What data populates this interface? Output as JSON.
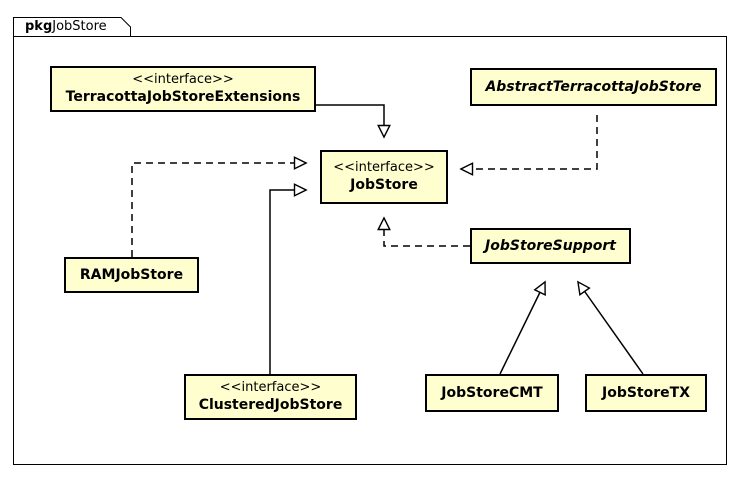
{
  "diagram": {
    "type": "uml-class-diagram",
    "package": {
      "keyword": "pkg",
      "name": "JobStore"
    },
    "colors": {
      "node_fill": "#FEFECE",
      "node_border": "#000000",
      "line": "#000000",
      "background": "#FFFFFF"
    },
    "nodes": [
      {
        "id": "terracotta-job-store-extensions",
        "stereotype": "<<interface>>",
        "name": "TerracottaJobStoreExtensions",
        "kind": "interface",
        "abstract": false
      },
      {
        "id": "abstract-terracotta-job-store",
        "stereotype": "",
        "name": "AbstractTerracottaJobStore",
        "kind": "abstract-class",
        "abstract": true
      },
      {
        "id": "job-store",
        "stereotype": "<<interface>>",
        "name": "JobStore",
        "kind": "interface",
        "abstract": false
      },
      {
        "id": "ram-job-store",
        "stereotype": "",
        "name": "RAMJobStore",
        "kind": "class",
        "abstract": false
      },
      {
        "id": "job-store-support",
        "stereotype": "",
        "name": "JobStoreSupport",
        "kind": "abstract-class",
        "abstract": true
      },
      {
        "id": "clustered-job-store",
        "stereotype": "<<interface>>",
        "name": "ClusteredJobStore",
        "kind": "interface",
        "abstract": false
      },
      {
        "id": "job-store-cmt",
        "stereotype": "",
        "name": "JobStoreCMT",
        "kind": "class",
        "abstract": false
      },
      {
        "id": "job-store-tx",
        "stereotype": "",
        "name": "JobStoreTX",
        "kind": "class",
        "abstract": false
      }
    ],
    "edges": [
      {
        "id": "edge-tjse-jobstore",
        "from": "terracotta-job-store-extensions",
        "to": "job-store",
        "style": "solid",
        "arrow": "hollow-triangle",
        "relation": "generalization"
      },
      {
        "id": "edge-atjs-jobstore",
        "from": "abstract-terracotta-job-store",
        "to": "job-store",
        "style": "dashed",
        "arrow": "hollow-triangle",
        "relation": "realization"
      },
      {
        "id": "edge-ram-jobstore",
        "from": "ram-job-store",
        "to": "job-store",
        "style": "dashed",
        "arrow": "hollow-triangle",
        "relation": "realization"
      },
      {
        "id": "edge-clustered-jobstore",
        "from": "clustered-job-store",
        "to": "job-store",
        "style": "solid",
        "arrow": "hollow-triangle",
        "relation": "generalization"
      },
      {
        "id": "edge-jss-jobstore",
        "from": "job-store-support",
        "to": "job-store",
        "style": "dashed",
        "arrow": "hollow-triangle",
        "relation": "realization"
      },
      {
        "id": "edge-cmt-jss",
        "from": "job-store-cmt",
        "to": "job-store-support",
        "style": "solid",
        "arrow": "hollow-triangle",
        "relation": "generalization"
      },
      {
        "id": "edge-tx-jss",
        "from": "job-store-tx",
        "to": "job-store-support",
        "style": "solid",
        "arrow": "hollow-triangle",
        "relation": "generalization"
      }
    ]
  }
}
